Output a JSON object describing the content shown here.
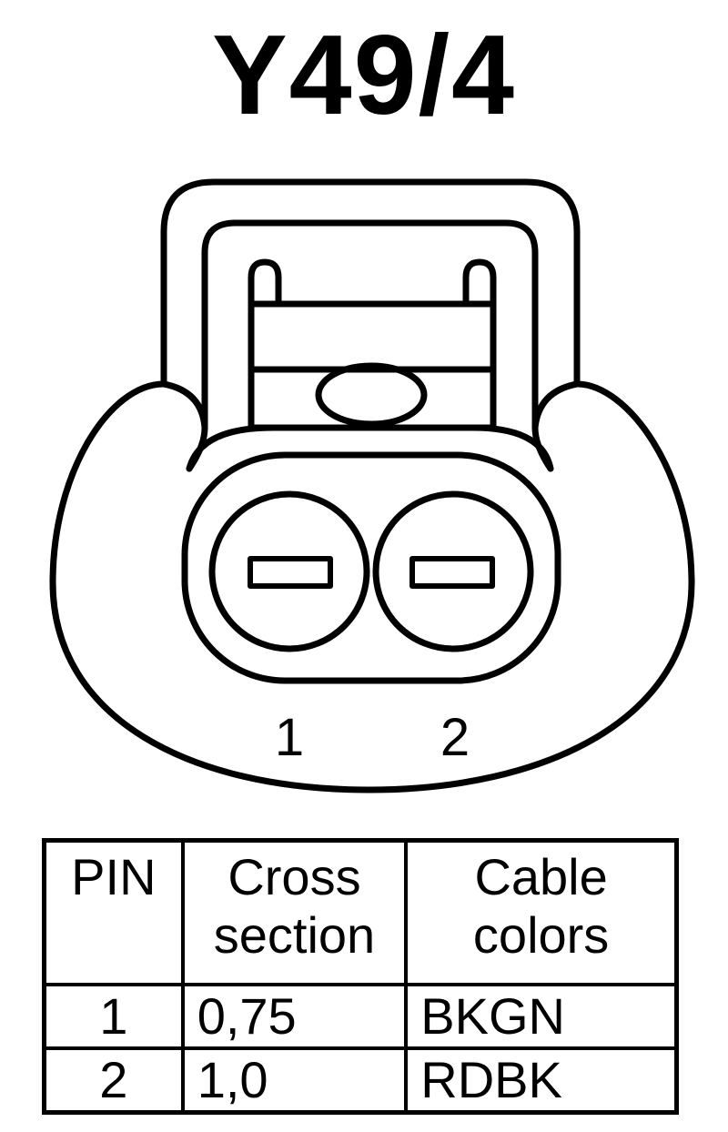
{
  "title": "Y49/4",
  "pins": [
    "1",
    "2"
  ],
  "table": {
    "headers": {
      "pin": "PIN",
      "cross_line1": "Cross",
      "cross_line2": "section",
      "color_line1": "Cable",
      "color_line2": "colors"
    },
    "rows": [
      {
        "pin": "1",
        "cross_section": "0,75",
        "color": "BKGN"
      },
      {
        "pin": "2",
        "cross_section": "1,0",
        "color": "RDBK"
      }
    ]
  }
}
